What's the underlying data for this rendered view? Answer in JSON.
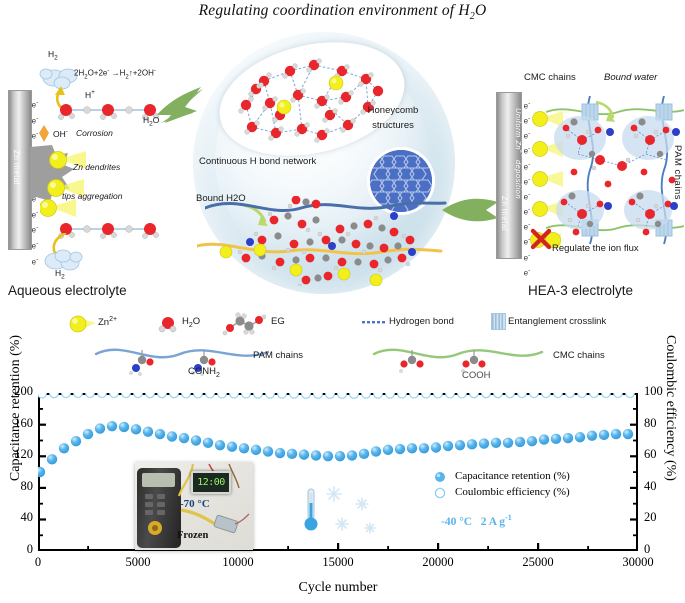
{
  "figure": {
    "title": "Regulating coordination environment of H2O",
    "title_main": "Regulating coordination environment of H",
    "title_sub": "2",
    "title_tail": "O"
  },
  "left_panel": {
    "caption": "Aqueous electrolyte",
    "electrode_label": "Zn metal",
    "electron_symbol": "e",
    "h2_top": "H2",
    "h2_bottom": "H2",
    "reaction": "2H2O+2e− →H2↑+2OH−",
    "reaction_parts": {
      "a": "2H",
      "a_sub": "2",
      "b": "O+2e",
      "b_sup": "-",
      "c": " →H",
      "c_sub": "2",
      "d": "↑+2OH",
      "d_sup": "-"
    },
    "h_plus": "H+",
    "h2o": "H2O",
    "oh_minus": "OH-",
    "corrosion": "Corrosion",
    "zn_dendrites": "Zn dendrites",
    "tips_aggregation": "tips aggregation"
  },
  "center_panel": {
    "hbond_label": "Continuous H bond network",
    "honeycomb_label_line1": "Honeycomb",
    "honeycomb_label_line2": "structures",
    "bound_water_label": "Bound H2O"
  },
  "right_panel": {
    "caption": "HEA-3 electrolyte",
    "electrode_label": "Zn metal",
    "deposition_label": "Uniform Zn2+ deposition",
    "electron_symbol": "e",
    "cmc_chains": "CMC chains",
    "bound_water": "Bound water",
    "pam_chains": "PAM chains",
    "regulate_ion_flux": "Regulate the ion flux"
  },
  "legend": {
    "items_row1": [
      {
        "icon": "zn-ion-sphere",
        "label": "Zn2+"
      },
      {
        "icon": "water-molecule",
        "label": "H2O"
      },
      {
        "icon": "eg-molecule",
        "label": "EG"
      },
      {
        "icon": "hydrogen-bond-dashes",
        "label": "Hydrogen bond"
      },
      {
        "icon": "entanglement-crosslink-swatch",
        "label": "Entanglement crosslink"
      }
    ],
    "items_row2": [
      {
        "icon": "pam-chain-wave",
        "label": "PAM chains",
        "group": "CONH2"
      },
      {
        "icon": "cmc-chain-wave",
        "label": "CMC chains",
        "group": "COOH"
      }
    ],
    "zn_label_main": "Zn",
    "zn_label_sup": "2+",
    "h2o_label_main": "H",
    "h2o_label_sub": "2",
    "h2o_label_tail": "O",
    "eg_label": "EG",
    "hbond_label": "Hydrogen bond",
    "crosslink_label": "Entanglement crosslink",
    "pam_label": "PAM chains",
    "cmc_label": "CMC chains",
    "conh2_main": "CONH",
    "conh2_sub": "2",
    "cooh_label": "COOH"
  },
  "chart_data": {
    "type": "scatter",
    "title": "",
    "xlabel": "Cycle number",
    "ylabel_left": "Capacitance retention (%)",
    "ylabel_right": "Coulombic efficiency (%)",
    "xlim": [
      0,
      30000
    ],
    "ylim_left": [
      0,
      200
    ],
    "ylim_right": [
      0,
      100
    ],
    "xticks": [
      0,
      5000,
      10000,
      15000,
      20000,
      25000,
      30000
    ],
    "xtick_labels": [
      "0",
      "5000",
      "10000",
      "15000",
      "20000",
      "25000",
      "30000"
    ],
    "yticks_left": [
      0,
      40,
      80,
      120,
      160,
      200
    ],
    "ytick_labels_left": [
      "0",
      "40",
      "80",
      "120",
      "160",
      "200"
    ],
    "yticks_right": [
      0,
      20,
      40,
      60,
      80,
      100
    ],
    "ytick_labels_right": [
      "0",
      "20",
      "40",
      "60",
      "80",
      "100"
    ],
    "minor_ticks": true,
    "grid": false,
    "legend_position": "center-right",
    "colors": {
      "filled": "#5ab4ec",
      "hollow": "#8fd0f2",
      "axis": "#000000"
    },
    "series": [
      {
        "name": "Capacitance retention (%)",
        "marker": "filled-circle",
        "color": "#5ab4ec",
        "x": [
          100,
          700,
          1300,
          1900,
          2500,
          3100,
          3700,
          4300,
          4900,
          5500,
          6100,
          6700,
          7300,
          7900,
          8500,
          9100,
          9700,
          10300,
          10900,
          11500,
          12100,
          12700,
          13300,
          13900,
          14500,
          15100,
          15700,
          16300,
          16900,
          17500,
          18100,
          18700,
          19300,
          19900,
          20500,
          21100,
          21700,
          22300,
          22900,
          23500,
          24100,
          24700,
          25300,
          25900,
          26500,
          27100,
          27700,
          28300,
          28900,
          29500
        ],
        "y": [
          100,
          116,
          130,
          139,
          148,
          155,
          158,
          157,
          154,
          151,
          148,
          145,
          143,
          140,
          137,
          134,
          132,
          130,
          128,
          126,
          124,
          123,
          122,
          121,
          120,
          120,
          121,
          123,
          126,
          128,
          129,
          130,
          130,
          131,
          133,
          134,
          135,
          136,
          137,
          137,
          138,
          139,
          141,
          142,
          143,
          144,
          146,
          147,
          148,
          148
        ]
      },
      {
        "name": "Coulombic efficiency (%)",
        "marker": "hollow-circle",
        "color": "#8fd0f2",
        "x": [
          200,
          800,
          1400,
          2000,
          2600,
          3200,
          3800,
          4400,
          5000,
          5600,
          6200,
          6800,
          7400,
          8000,
          8600,
          9200,
          9800,
          10400,
          11000,
          11600,
          12200,
          12800,
          13400,
          14000,
          14600,
          15200,
          15800,
          16400,
          17000,
          17600,
          18200,
          18800,
          19400,
          20000,
          20600,
          21200,
          21800,
          22400,
          23000,
          23600,
          24200,
          24800,
          25400,
          26000,
          26600,
          27200,
          27800,
          28400,
          29000,
          29600
        ],
        "y": [
          99.6,
          99.8,
          99.9,
          100,
          100,
          100,
          100,
          99.9,
          99.9,
          99.8,
          99.8,
          99.8,
          99.7,
          99.7,
          99.7,
          99.6,
          99.6,
          99.6,
          99.5,
          99.5,
          99.5,
          99.5,
          99.4,
          99.4,
          99.4,
          99.4,
          99.4,
          99.5,
          99.5,
          99.5,
          99.6,
          99.6,
          99.6,
          99.7,
          99.7,
          99.7,
          99.8,
          99.8,
          99.8,
          99.8,
          99.9,
          99.9,
          99.9,
          99.9,
          100,
          100,
          100,
          100,
          100,
          100
        ]
      }
    ],
    "annotations": {
      "condition_temp": "-40 °C",
      "condition_rate_main": "2 A g",
      "condition_rate_sup": "-1"
    }
  },
  "inset_photo": {
    "name": "frozen-cell-photo",
    "digital_display": "12:00",
    "temperature_label": "-70 °C",
    "state_label": "Frozen"
  }
}
